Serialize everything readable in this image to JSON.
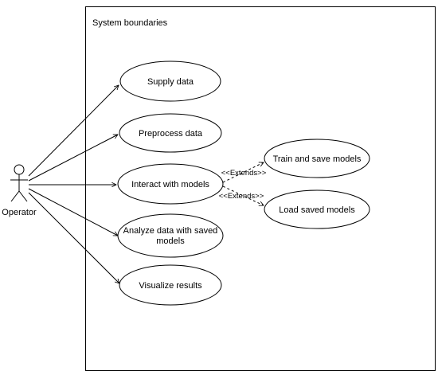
{
  "system_boundary": {
    "label": "System boundaries"
  },
  "actor": {
    "label": "Operator"
  },
  "use_cases": {
    "supply_data": "Supply data",
    "preprocess_data": "Preprocess data",
    "interact_with_models": "Interact with models",
    "analyze_data_line1": "Analyze data with saved",
    "analyze_data_line2": "models",
    "visualize_results": "Visualize results",
    "train_and_save_models": "Train and save models",
    "load_saved_models": "Load saved models"
  },
  "relations": {
    "extends_train": "<<Extends>>",
    "extends_load": "<<Extends>>"
  }
}
